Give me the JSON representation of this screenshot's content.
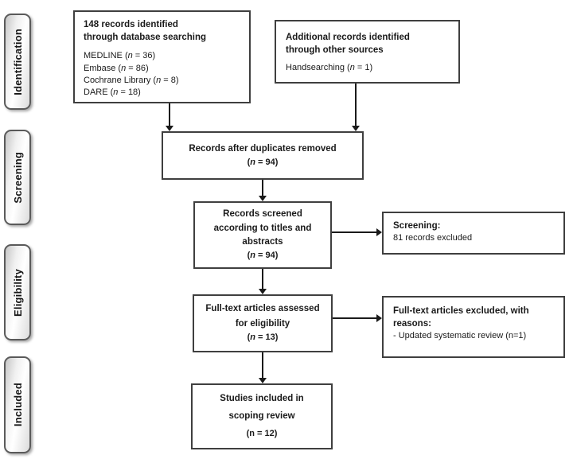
{
  "stages": [
    {
      "label": "Identification"
    },
    {
      "label": "Screening"
    },
    {
      "label": "Eligibility"
    },
    {
      "label": "Included"
    }
  ],
  "boxes": {
    "db_search": {
      "title": "148 records identified\nthrough database searching",
      "lines": [
        "MEDLINE (n = 36)",
        "Embase (n = 86)",
        "Cochrane Library (n = 8)",
        "DARE (n = 18)"
      ]
    },
    "other_sources": {
      "title": "Additional records identified\nthrough other sources",
      "lines": [
        "Handsearching (n = 1)"
      ]
    },
    "duplicates_removed": {
      "title": "Records after duplicates removed",
      "count": "(n = 94)"
    },
    "screened": {
      "title": "Records screened\naccording to titles and\nabstracts",
      "count": "(n = 94)"
    },
    "screening_excluded": {
      "title": "Screening:",
      "lines": [
        "81 records excluded"
      ]
    },
    "fulltext_assessed": {
      "title": "Full-text articles assessed\nfor eligibility",
      "count": "(n = 13)"
    },
    "fulltext_excluded": {
      "title": "Full-text articles excluded, with\nreasons:",
      "lines": [
        "- Updated systematic review (n=1)"
      ]
    },
    "included_studies": {
      "title": "Studies included in\nscoping review",
      "count": "(n = 12)"
    }
  },
  "colors": {
    "box_border": "#3f3f3f",
    "arrow": "#1a1a1a",
    "text": "#1a1a1a",
    "stage_fill_light": "#ffffff",
    "stage_fill_dark": "#c6c6c6"
  }
}
